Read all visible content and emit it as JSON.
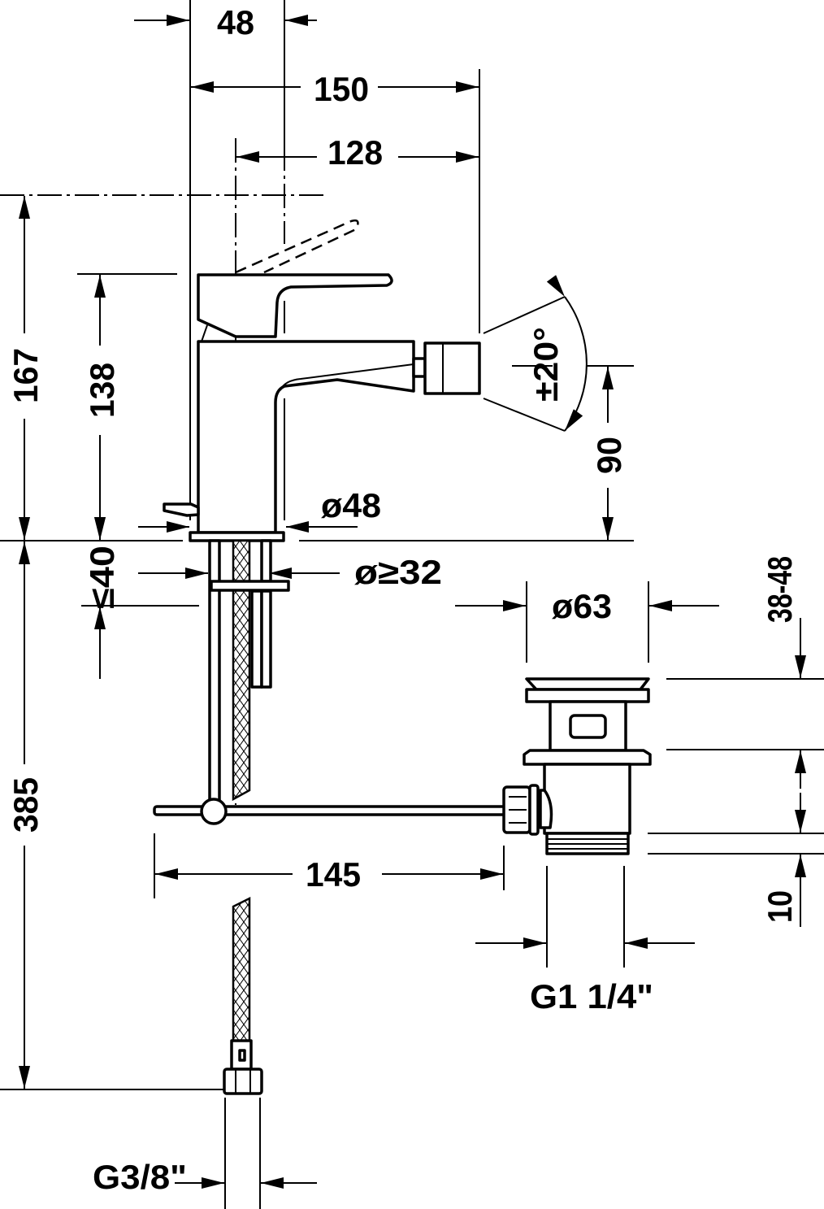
{
  "drawing": {
    "title": "Bidet mixer dimension drawing",
    "dimensions": {
      "d48_top": "48",
      "d150": "150",
      "d128": "128",
      "d167": "167",
      "d138": "138",
      "angle": "±20°",
      "d90": "90",
      "dia48": "ø48",
      "le40": "≤40",
      "dia32": "ø≥32",
      "dia63": "ø63",
      "d38_48": "38-48",
      "d385": "385",
      "d145": "145",
      "d10": "10",
      "g114": "G1 1/4\"",
      "g38": "G3/8\""
    },
    "line_color": "#000000",
    "background": "#ffffff"
  }
}
